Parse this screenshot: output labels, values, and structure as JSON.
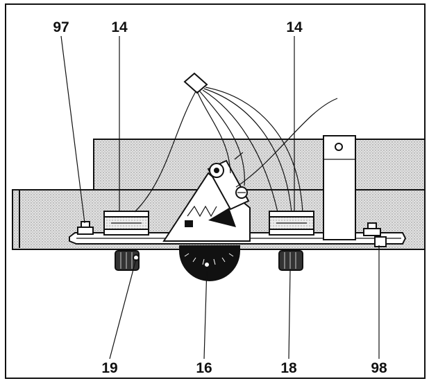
{
  "callouts": {
    "top_left": "97",
    "top_coil_left": "14",
    "top_coil_right": "14",
    "bottom_left": "19",
    "bottom_center": "16",
    "bottom_coil_right": "18",
    "bottom_right": "98"
  },
  "colors": {
    "ink": "#111111",
    "paper": "#ffffff",
    "stipple": "#d4d4d4"
  }
}
